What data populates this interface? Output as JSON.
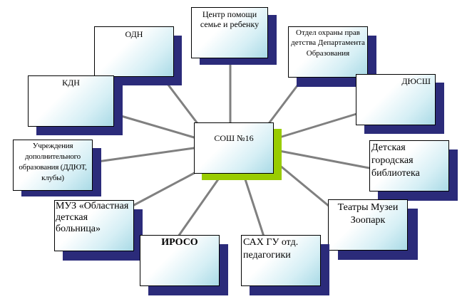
{
  "colors": {
    "connector": "#808080",
    "node_shadow": "#2b2b7a",
    "center_shadow": "#99cc00"
  },
  "diagram": {
    "center": {
      "label": "СОШ №16"
    },
    "nodes": [
      {
        "id": "center-help",
        "label": "Центр помощи семье и ребенку"
      },
      {
        "id": "odn",
        "label": "ОДН"
      },
      {
        "id": "child-rights",
        "label": "Отдел охраны прав детства Департамента Образования"
      },
      {
        "id": "kdn",
        "label": "КДН"
      },
      {
        "id": "dyussh",
        "label": "ДЮСШ"
      },
      {
        "id": "additional-edu",
        "label": "Учреждения дополнительного образования (ДДЮТ, клубы)"
      },
      {
        "id": "library",
        "label": "Детская городская библиотека"
      },
      {
        "id": "muz",
        "label": "МУЗ «Областная детская больница»"
      },
      {
        "id": "theatres",
        "label": "Театры Музеи Зоопарк"
      },
      {
        "id": "iroso",
        "label": "ИРОСО"
      },
      {
        "id": "sah",
        "label": "САХ ГУ отд. педагогики"
      }
    ]
  }
}
